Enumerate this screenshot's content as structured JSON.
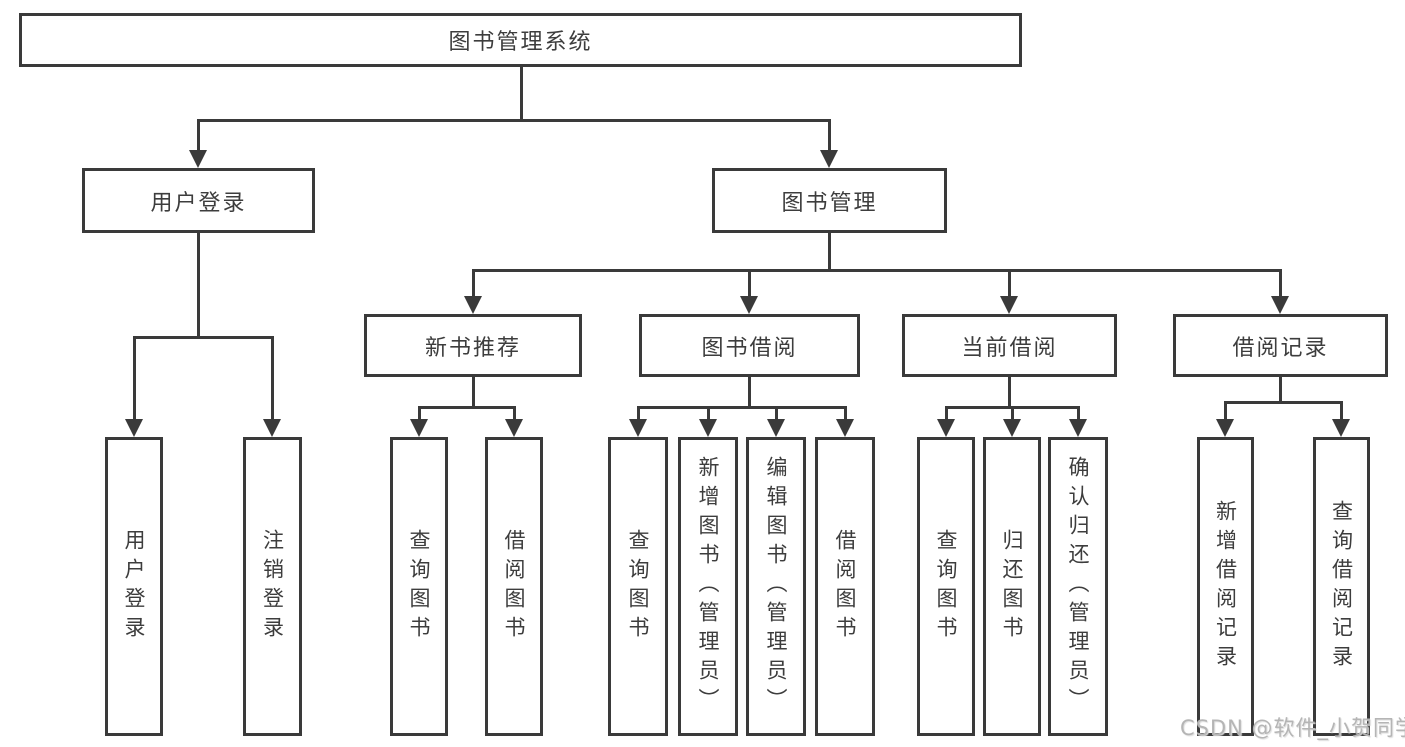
{
  "diagram": {
    "line_color": "#3a3a3a",
    "text_color": "#3d3d3d",
    "tree": {
      "label": "图书管理系统",
      "children": [
        {
          "label": "用户登录",
          "children": [
            {
              "label": "用户登录"
            },
            {
              "label": "注销登录"
            }
          ]
        },
        {
          "label": "图书管理",
          "children": [
            {
              "label": "新书推荐",
              "children": [
                {
                  "label": "查询图书"
                },
                {
                  "label": "借阅图书"
                }
              ]
            },
            {
              "label": "图书借阅",
              "children": [
                {
                  "label": "查询图书"
                },
                {
                  "label": "新增图书（管理员）"
                },
                {
                  "label": "编辑图书（管理员）"
                },
                {
                  "label": "借阅图书"
                }
              ]
            },
            {
              "label": "当前借阅",
              "children": [
                {
                  "label": "查询图书"
                },
                {
                  "label": "归还图书"
                },
                {
                  "label": "确认归还（管理员）"
                }
              ]
            },
            {
              "label": "借阅记录",
              "children": [
                {
                  "label": "新增借阅记录"
                },
                {
                  "label": "查询借阅记录"
                }
              ]
            }
          ]
        }
      ]
    }
  },
  "watermark": {
    "text": "CSDN @软件_小贺同学",
    "color": "#b5b5b5"
  }
}
